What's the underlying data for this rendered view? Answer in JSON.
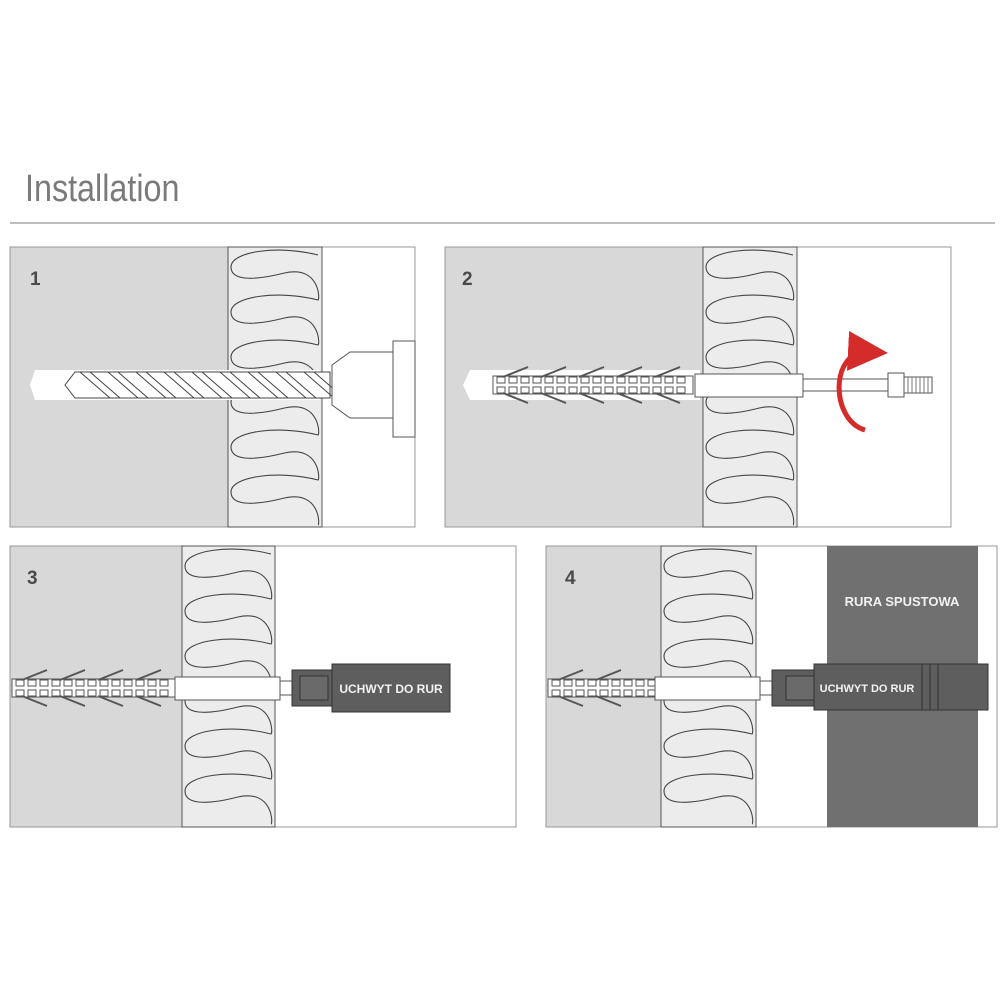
{
  "header": {
    "title": "Installation"
  },
  "steps": [
    {
      "number": "1"
    },
    {
      "number": "2"
    },
    {
      "number": "3",
      "bracket_label": "UCHWYT DO RUR"
    },
    {
      "number": "4",
      "bracket_label": "UCHWYT DO RUR",
      "pipe_label": "RURA SPUSTOWA"
    }
  ],
  "colors": {
    "concrete": "#d8d8d8",
    "insulation": "#ececec",
    "pipe": "#707070",
    "bracket": "#5e5e5e",
    "arrow": "#d42b2b"
  }
}
